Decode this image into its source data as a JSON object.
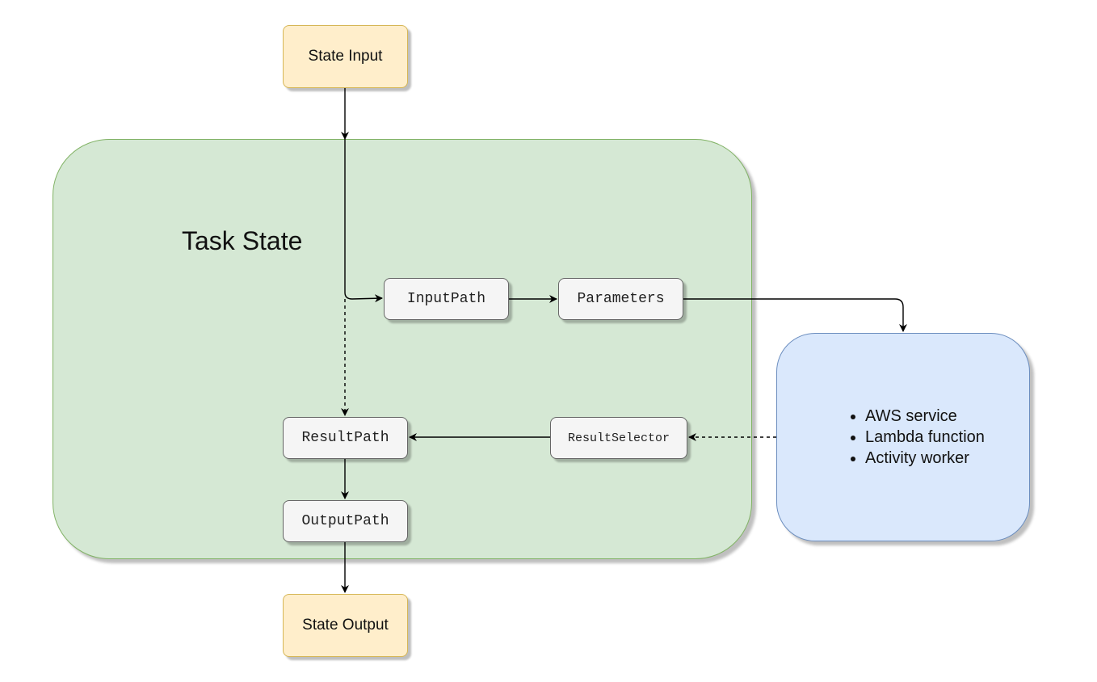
{
  "task_state": {
    "title": "Task State"
  },
  "nodes": {
    "state_input": "State Input",
    "input_path": "InputPath",
    "parameters": "Parameters",
    "result_selector": "ResultSelector",
    "result_path": "ResultPath",
    "output_path": "OutputPath",
    "state_output": "State Output"
  },
  "integration": {
    "items": [
      "AWS service",
      "Lambda function",
      "Activity worker"
    ]
  },
  "colors": {
    "io_fill": "#ffeecb",
    "io_stroke": "#d6b656",
    "task_fill": "#d5e8d4",
    "task_stroke": "#82b366",
    "integration_fill": "#dae8fc",
    "integration_stroke": "#6c8ebf",
    "path_fill": "#f5f5f5",
    "path_stroke": "#666666"
  }
}
